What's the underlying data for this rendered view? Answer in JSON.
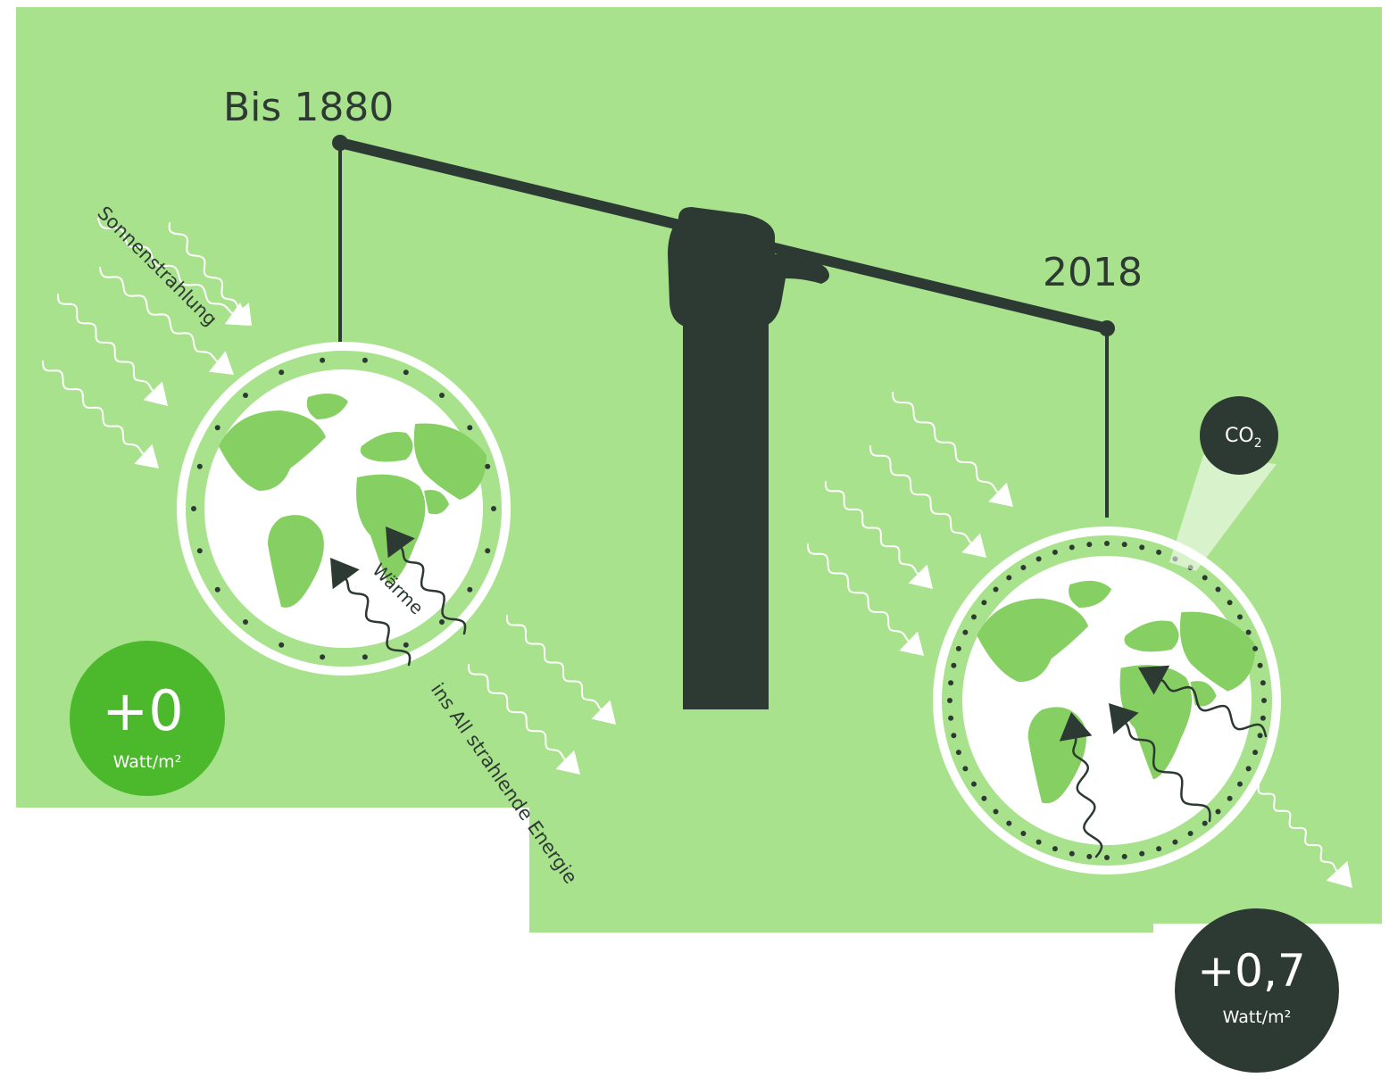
{
  "colors": {
    "background": "#a9e28c",
    "dark": "#2d3a33",
    "white": "#ffffff",
    "land": "#86cf62",
    "badge_green": "#4cb82c",
    "badge_dark": "#2d3a33"
  },
  "labels": {
    "year_before": "Bis 1880",
    "year_after": "2018",
    "sun_radiation": "Sonnenstrahlung",
    "heat": "Wärme",
    "outgoing_energy": "ins All strahlende Energie",
    "co2_prefix": "CO",
    "co2_subscript": "2"
  },
  "badges": {
    "before": {
      "value": "+0",
      "unit": "Watt/m²"
    },
    "after": {
      "value": "+0,7",
      "unit": "Watt/m²"
    }
  },
  "icons": [
    "fist-icon",
    "globe-icon",
    "co2-bubble-icon",
    "wavy-arrow-icon"
  ]
}
